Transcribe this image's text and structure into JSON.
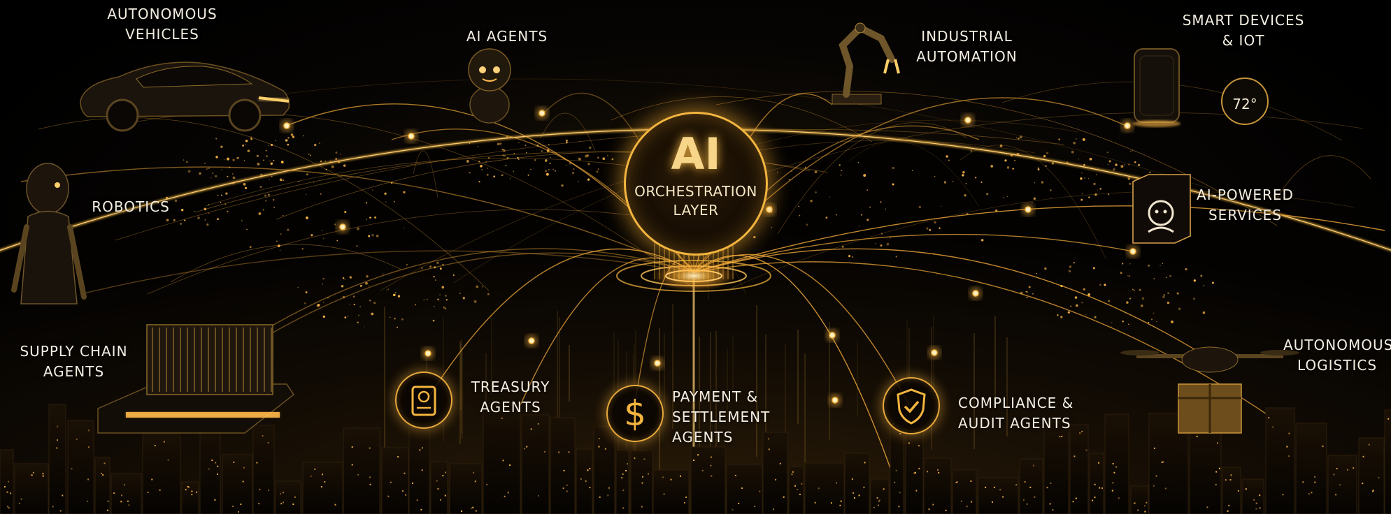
{
  "hub": {
    "big": "AI",
    "sub_line1": "ORCHESTRATION",
    "sub_line2": "LAYER"
  },
  "labels": {
    "autonomous_vehicles": [
      "AUTONOMOUS",
      "VEHICLES"
    ],
    "ai_agents": [
      "AI AGENTS"
    ],
    "industrial_automation": [
      "INDUSTRIAL",
      "AUTOMATION"
    ],
    "smart_devices": [
      "SMART DEVICES",
      "& IOT"
    ],
    "robotics": [
      "ROBOTICS"
    ],
    "ai_powered_services": [
      "AI-POWERED",
      "SERVICES"
    ],
    "supply_chain_agents": [
      "SUPPLY CHAIN",
      "AGENTS"
    ],
    "treasury_agents": [
      "TREASURY",
      "AGENTS"
    ],
    "payment_settlement_agents": [
      "PAYMENT &",
      "SETTLEMENT",
      "AGENTS"
    ],
    "compliance_audit_agents": [
      "COMPLIANCE &",
      "AUDIT AGENTS"
    ],
    "autonomous_logistics": [
      "AUTONOMOUS",
      "LOGISTICS"
    ]
  },
  "thermostat_reading": "72°",
  "icons": {
    "treasury": "vault-icon",
    "payment": "dollar-icon",
    "compliance": "shield-check-icon",
    "ai_services": "robot-head-icon",
    "vehicles": "car-icon",
    "agents": "robot-icon",
    "industrial": "robot-arm-icon",
    "smart_devices": "smart-speaker-icon",
    "robotics": "humanoid-robot-icon",
    "supply_chain": "container-truck-icon",
    "logistics": "delivery-drone-icon"
  },
  "colors": {
    "background": "#000000",
    "accent_gold": "#f3b53f",
    "glow": "#ffcf6a",
    "text": "#f4eee2"
  }
}
